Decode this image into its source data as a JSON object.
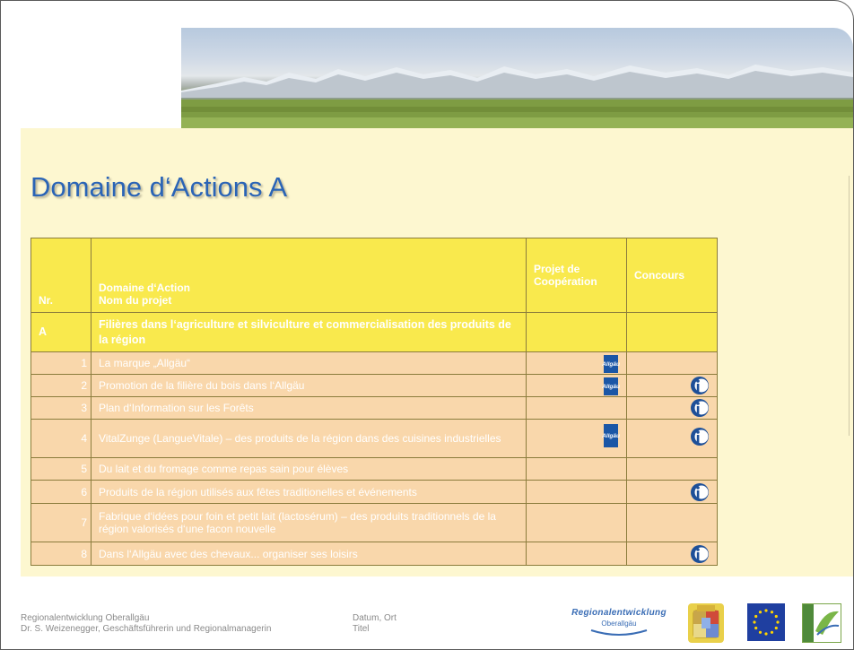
{
  "slide": {
    "title": "Domaine d‘Actions A"
  },
  "table": {
    "headers": {
      "nr": "Nr.",
      "domaine": "Domaine d‘Action",
      "nom": "Nom du projet",
      "cooperation": "Projet de Coopération",
      "concours": "Concours"
    },
    "section": {
      "id": "A",
      "label": "Filières dans l‘agriculture et silviculture et commercialisation  des produits de la région"
    },
    "rows": [
      {
        "num": "1",
        "label": "La marque „Allgäu“",
        "cooperation_icon": "allgaeu-logo-icon",
        "concours_icon": ""
      },
      {
        "num": "2",
        "label": "Promotion de la filière du bois dans l‘Allgäu",
        "cooperation_icon": "allgaeu-logo-icon",
        "concours_icon": "info-i-icon"
      },
      {
        "num": "3",
        "label": "Plan d‘Information sur  les Forêts",
        "cooperation_icon": "",
        "concours_icon": "info-i-icon"
      },
      {
        "num": "4",
        "label": "VitalZunge (LangueVitale) – des produits de la région dans des cuisines industrielles",
        "cooperation_icon": "allgaeu-logo-icon",
        "concours_icon": "info-i-icon"
      },
      {
        "num": "5",
        "label": "Du lait et du fromage comme repas sain pour élèves",
        "cooperation_icon": "",
        "concours_icon": ""
      },
      {
        "num": "6",
        "label": "Produits de la région utilisés aux fêtes traditionelles et événements",
        "cooperation_icon": "",
        "concours_icon": "info-i-icon"
      },
      {
        "num": "7",
        "label": "Fabrique d‘idées pour foin et petit lait (lactosérum) – des produits traditionnels de la région valorisés d‘une facon nouvelle",
        "cooperation_icon": "",
        "concours_icon": ""
      },
      {
        "num": "8",
        "label": "Dans l‘Allgäu avec des chevaux... organiser ses loisirs",
        "cooperation_icon": "",
        "concours_icon": "info-i-icon"
      }
    ],
    "allgaeu_logo_text": "Allgäu"
  },
  "footer": {
    "line1": "Regionalentwicklung Oberallgäu",
    "line2": "Dr. S. Weizenegger, Geschäftsführerin und Regionalmanagerin",
    "date": "Datum, Ort",
    "titel": "Titel"
  },
  "logos": {
    "regional_title": "Regionalentwicklung",
    "regional_sub": "Oberallgäu"
  },
  "colors": {
    "title_blue": "#2a64b6",
    "table_header_yellow": "#f9e94d",
    "table_row_peach": "#f9d7ab",
    "slide_background": "#fdf7d0"
  }
}
